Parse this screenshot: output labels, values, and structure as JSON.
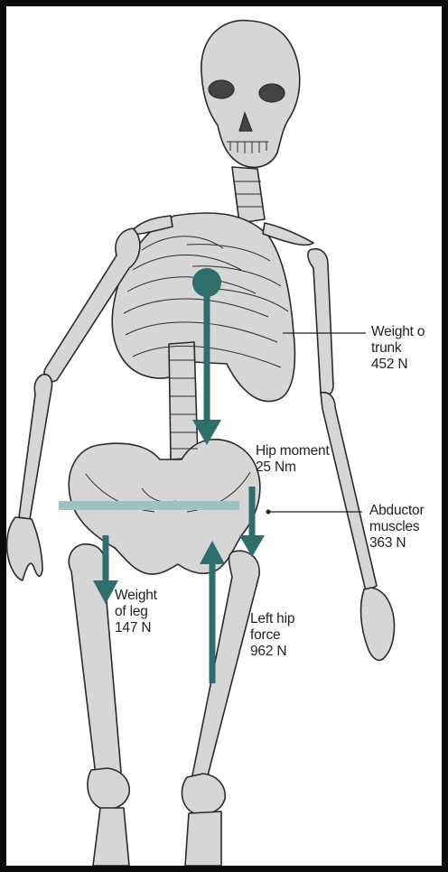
{
  "colors": {
    "bone_fill": "#d6d6d6",
    "bone_stroke": "#2a2a2a",
    "force_arrow": "#2e6e6c",
    "pelvis_bar": "#9cc3c1",
    "label_text": "#222222",
    "frame": "#0b0b0b"
  },
  "labels": {
    "trunk_weight": {
      "line1": "Weight o",
      "line2": "trunk",
      "line3": "452 N"
    },
    "hip_moment": {
      "line1": "Hip moment",
      "line2": "25 Nm"
    },
    "abductor": {
      "line1": "Abductor",
      "line2": "muscles",
      "line3": "363 N"
    },
    "leg_weight": {
      "line1": "Weight",
      "line2": "of leg",
      "line3": "147 N"
    },
    "hip_force": {
      "line1": "Left hip",
      "line2": "force",
      "line3": "962 N"
    }
  }
}
